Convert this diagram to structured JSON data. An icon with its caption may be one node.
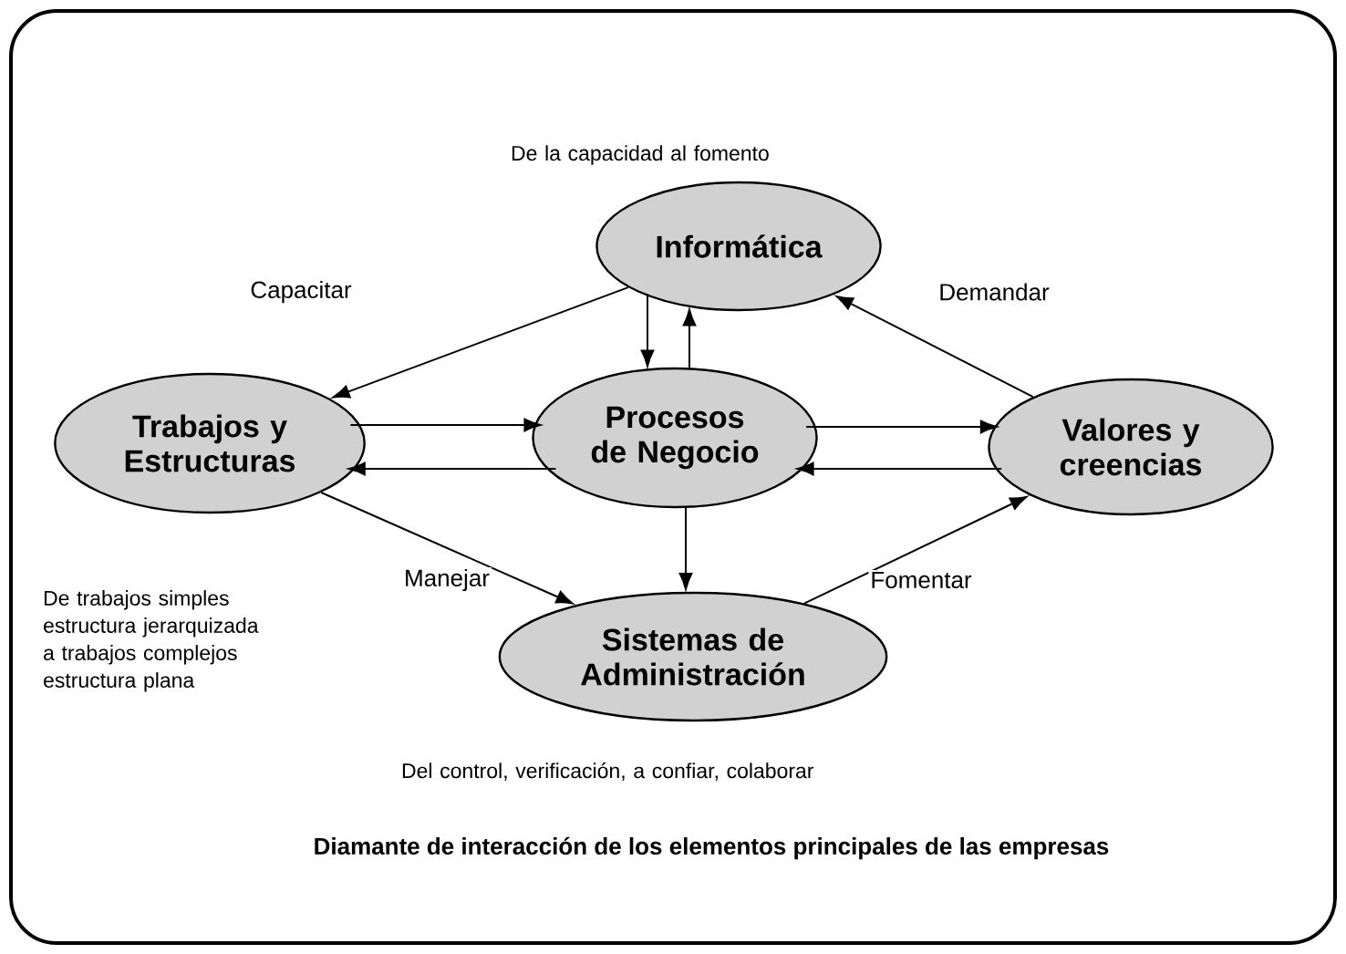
{
  "diagram": {
    "caption": "Diamante de interacción de los elementos principales de las empresas",
    "nodes": [
      {
        "text": [
          "Informática"
        ],
        "beside": [
          "De la capacidad al fomento"
        ]
      },
      {
        "text": [
          "Trabajos y Estructuras"
        ]
      },
      {
        "text": [
          "Procesos de Negocio"
        ]
      },
      {
        "text": [
          "Valores y creencias"
        ]
      },
      {
        "text": [
          "Sistemas de Administración"
        ],
        "beside": [
          "Del control, verificación, a confiar, colaborar"
        ]
      }
    ],
    "edges": [
      {
        "from": 0,
        "to": 1,
        "arrow": "to",
        "label": "Capacitar"
      },
      {
        "from": 0,
        "to": 2,
        "arrow": "to"
      },
      {
        "from": 2,
        "to": 0,
        "arrow": "to"
      },
      {
        "from": 1,
        "to": 2,
        "arrow": "to"
      },
      {
        "from": 2,
        "to": 1,
        "arrow": "to"
      },
      {
        "from": 2,
        "to": 3,
        "arrow": "to"
      },
      {
        "from": 3,
        "to": 2,
        "arrow": "to"
      },
      {
        "from": 3,
        "to": 0,
        "arrow": "to",
        "label": "Demandar"
      },
      {
        "from": 2,
        "to": 4,
        "arrow": "to"
      },
      {
        "from": 1,
        "to": 4,
        "arrow": "to",
        "label": "Manejar"
      },
      {
        "from": 4,
        "to": 3,
        "arrow": "to",
        "label": "Fomentar"
      }
    ],
    "labels": [
      "De trabajos simples estructura jerarquizada a trabajos complejos estructura plana"
    ]
  }
}
